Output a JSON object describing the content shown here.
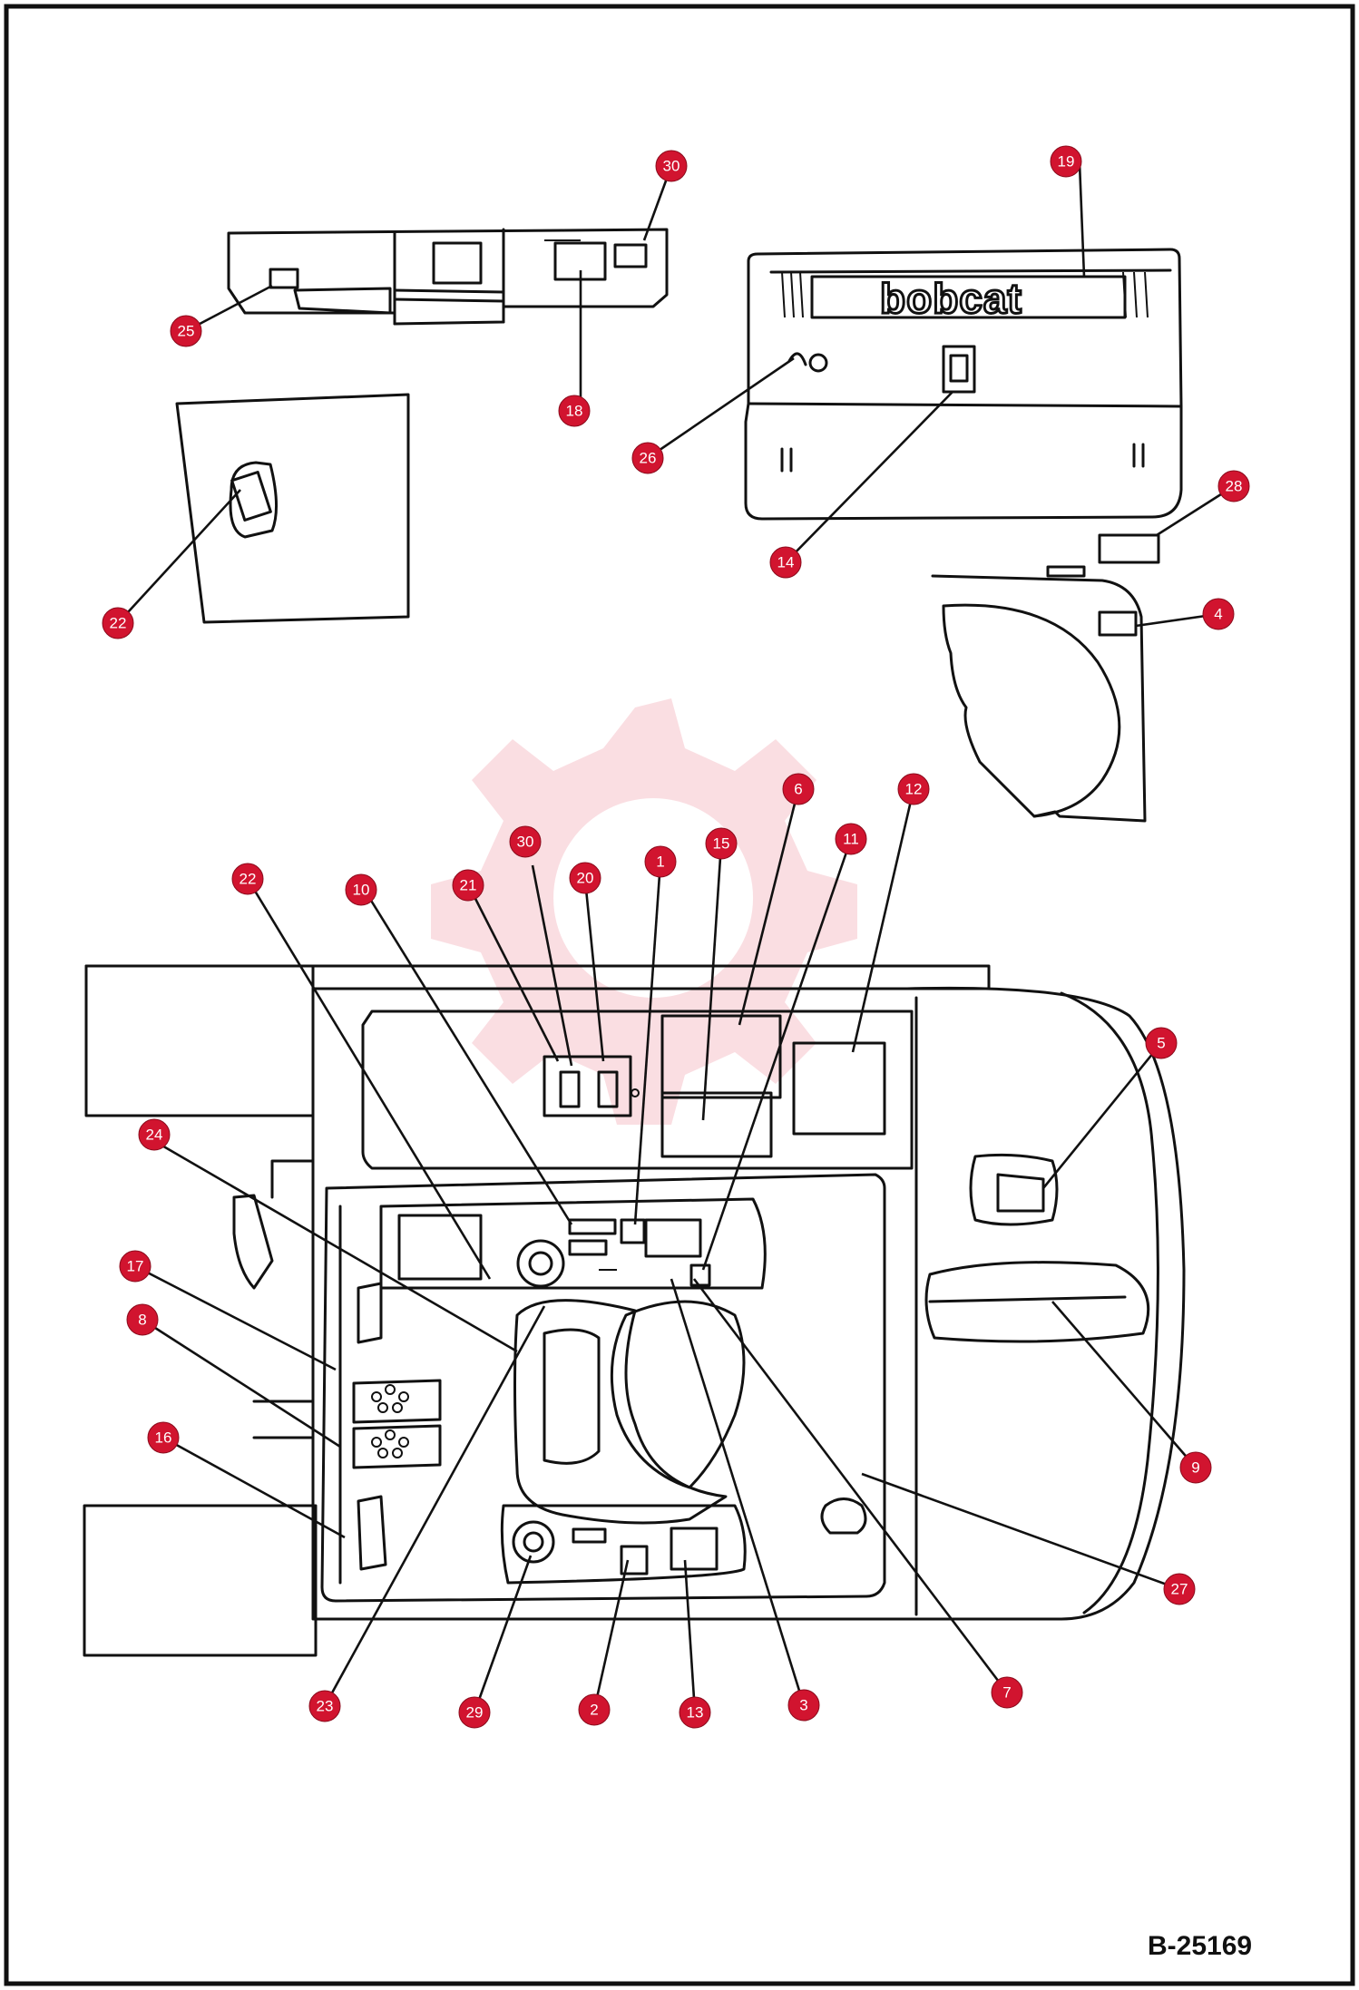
{
  "figure_id": "B-25169",
  "logo_text": "bobcat",
  "callouts": [
    {
      "label": "30"
    },
    {
      "label": "19"
    },
    {
      "label": "25"
    },
    {
      "label": "18"
    },
    {
      "label": "26"
    },
    {
      "label": "28"
    },
    {
      "label": "22"
    },
    {
      "label": "14"
    },
    {
      "label": "4"
    },
    {
      "label": "6"
    },
    {
      "label": "12"
    },
    {
      "label": "30"
    },
    {
      "label": "15"
    },
    {
      "label": "11"
    },
    {
      "label": "22"
    },
    {
      "label": "10"
    },
    {
      "label": "21"
    },
    {
      "label": "20"
    },
    {
      "label": "1"
    },
    {
      "label": "5"
    },
    {
      "label": "24"
    },
    {
      "label": "17"
    },
    {
      "label": "8"
    },
    {
      "label": "16"
    },
    {
      "label": "9"
    },
    {
      "label": "27"
    },
    {
      "label": "23"
    },
    {
      "label": "29"
    },
    {
      "label": "2"
    },
    {
      "label": "13"
    },
    {
      "label": "3"
    },
    {
      "label": "7"
    }
  ]
}
